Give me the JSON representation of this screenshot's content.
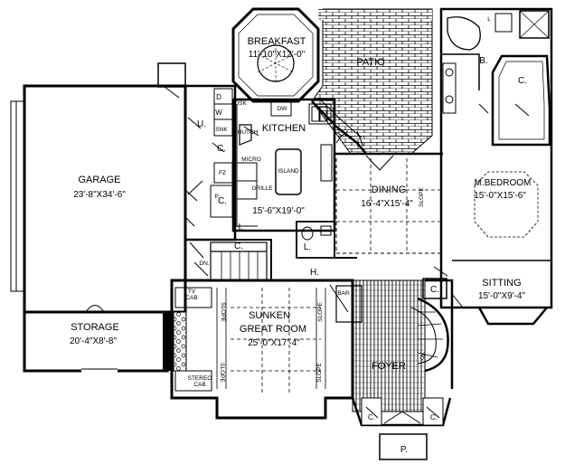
{
  "rooms": {
    "breakfast": {
      "name": "BREAKFAST",
      "dims": "11'-10\"X12'-0\""
    },
    "patio": {
      "name": "PATIO"
    },
    "garage": {
      "name": "GARAGE",
      "dims": "23'-8\"X34'-6\""
    },
    "kitchen": {
      "name": "KITCHEN",
      "dims": "15'-6\"X19'-0\""
    },
    "dining": {
      "name": "DINING",
      "dims": "16'-4\"X15'-4\""
    },
    "master_bedroom": {
      "name": "M.BEDROOM",
      "dims": "15'-0\"X15'-6\""
    },
    "sitting": {
      "name": "SITTING",
      "dims": "15'-0\"X9'-4\""
    },
    "storage": {
      "name": "STORAGE",
      "dims": "20'-4\"X8'-8\""
    },
    "great_room": {
      "name1": "SUNKEN",
      "name2": "GREAT ROOM",
      "dims": "25'-0\"X17'-4\""
    },
    "foyer": {
      "name": "FOYER"
    }
  },
  "fixtures": {
    "utility": "U.",
    "closet": "C.",
    "bath": "B.",
    "hall": "H.",
    "lav": "L.",
    "porch": "P.",
    "island": "ISLAND",
    "grille": "GRILLE",
    "micro": "MICRO",
    "hutch": "HUTCH",
    "desk": "DSK",
    "dishwasher": "DW",
    "freezer": "FZ",
    "dryer": "D",
    "washer": "W",
    "sink": "SNK",
    "slope": "SLOPE",
    "tv_cab_1": "TV",
    "tv_cab_2": "CAB",
    "stereo_cab_1": "STEREO",
    "stereo_cab_2": "CAB",
    "bar": "BAR",
    "down": "DN.",
    "up": "UP",
    "linen": "L"
  }
}
